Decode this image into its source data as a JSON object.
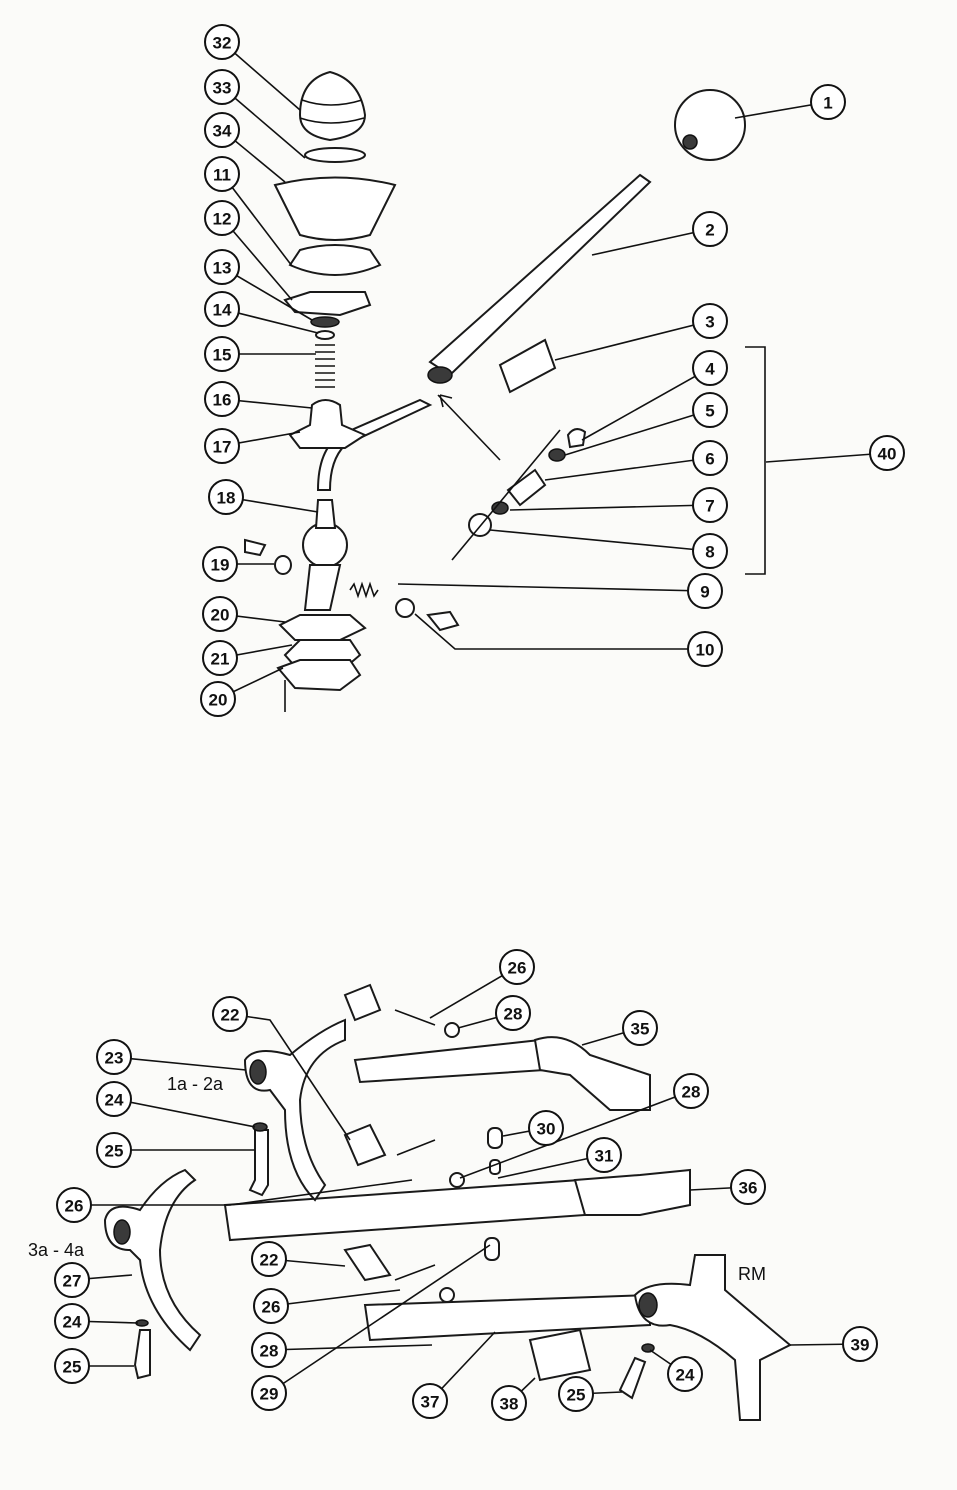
{
  "callouts_top": [
    "32",
    "33",
    "34",
    "11",
    "12",
    "13",
    "14",
    "15",
    "16",
    "17",
    "18",
    "19",
    "20",
    "21",
    "20",
    "1",
    "2",
    "3",
    "4",
    "5",
    "6",
    "7",
    "8",
    "9",
    "10",
    "40"
  ],
  "callouts_bottom": [
    "26",
    "28",
    "22",
    "35",
    "23",
    "28",
    "24",
    "30",
    "25",
    "31",
    "36",
    "26",
    "27",
    "22",
    "26",
    "24",
    "28",
    "25",
    "29",
    "37",
    "38",
    "25",
    "24",
    "39"
  ],
  "labels": {
    "fork_1_2": "1a - 2a",
    "fork_3_4": "3a - 4a",
    "fork_reverse": "RM"
  }
}
